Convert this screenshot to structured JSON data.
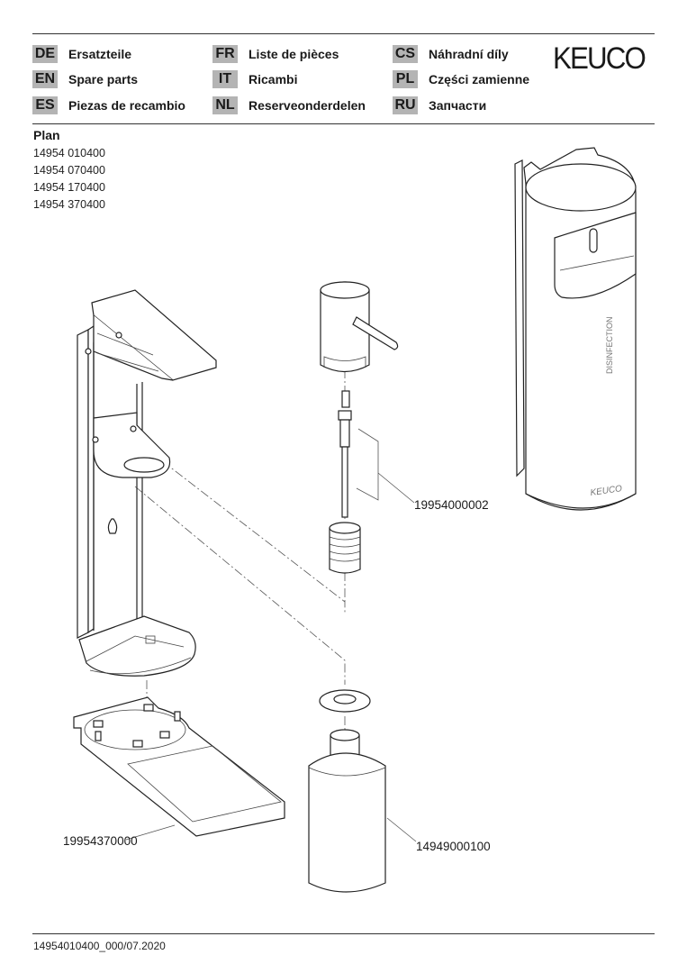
{
  "header": {
    "languages": [
      {
        "code": "DE",
        "label": "Ersatzteile"
      },
      {
        "code": "EN",
        "label": "Spare parts"
      },
      {
        "code": "ES",
        "label": "Piezas de recambio"
      },
      {
        "code": "FR",
        "label": "Liste de pièces"
      },
      {
        "code": "IT",
        "label": "Ricambi"
      },
      {
        "code": "NL",
        "label": "Reserveonderdelen"
      },
      {
        "code": "CS",
        "label": "Náhradní díly"
      },
      {
        "code": "PL",
        "label": "Części zamienne"
      },
      {
        "code": "RU",
        "label": "Запчасти"
      }
    ],
    "logo": "KEUCO",
    "badge_color": "#b4b4b4"
  },
  "plan": {
    "title": "Plan",
    "items": [
      "14954 010400",
      "14954 070400",
      "14954 170400",
      "14954 370400"
    ]
  },
  "drawing": {
    "product_text": "DISINFECTION",
    "product_logo": "KEUCO",
    "part_numbers": {
      "pump": "19954000002",
      "tray": "19954370000",
      "bottle": "14949000100"
    }
  },
  "footer": {
    "doc_id": "14954010400_000/07.2020"
  }
}
